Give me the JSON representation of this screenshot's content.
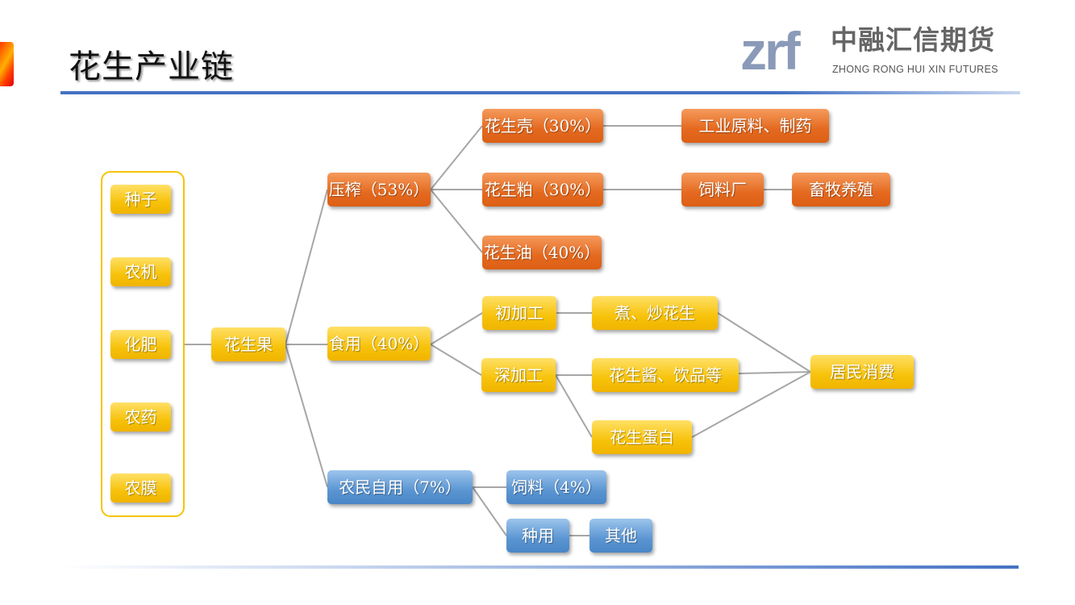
{
  "title": "花生产业链",
  "logo": {
    "mark": "zrf",
    "cn": "中融汇信期货",
    "en": "ZHONG RONG HUI XIN FUTURES"
  },
  "colors": {
    "orange": "#e4691f",
    "yellow": "#f7c20a",
    "blue": "#5a95d2",
    "line": "#a6a6a6",
    "accent": "#4472c4"
  },
  "inputs": [
    "种子",
    "农机",
    "化肥",
    "农药",
    "农膜"
  ],
  "nodes": {
    "peanut": "花生果",
    "press": "压榨（53%）",
    "food": "食用（40%）",
    "farmer": "农民自用（7%）",
    "shell": "花生壳（30%）",
    "meal": "花生粕（30%）",
    "oil": "花生油（40%）",
    "industry": "工业原料、制药",
    "feedmill": "饲料厂",
    "livestock": "畜牧养殖",
    "primary": "初加工",
    "deep": "深加工",
    "roasted": "煮、炒花生",
    "butter": "花生酱、饮品等",
    "protein": "花生蛋白",
    "consumer": "居民消费",
    "feed": "饲料（4%）",
    "seed": "种用",
    "other": "其他"
  }
}
